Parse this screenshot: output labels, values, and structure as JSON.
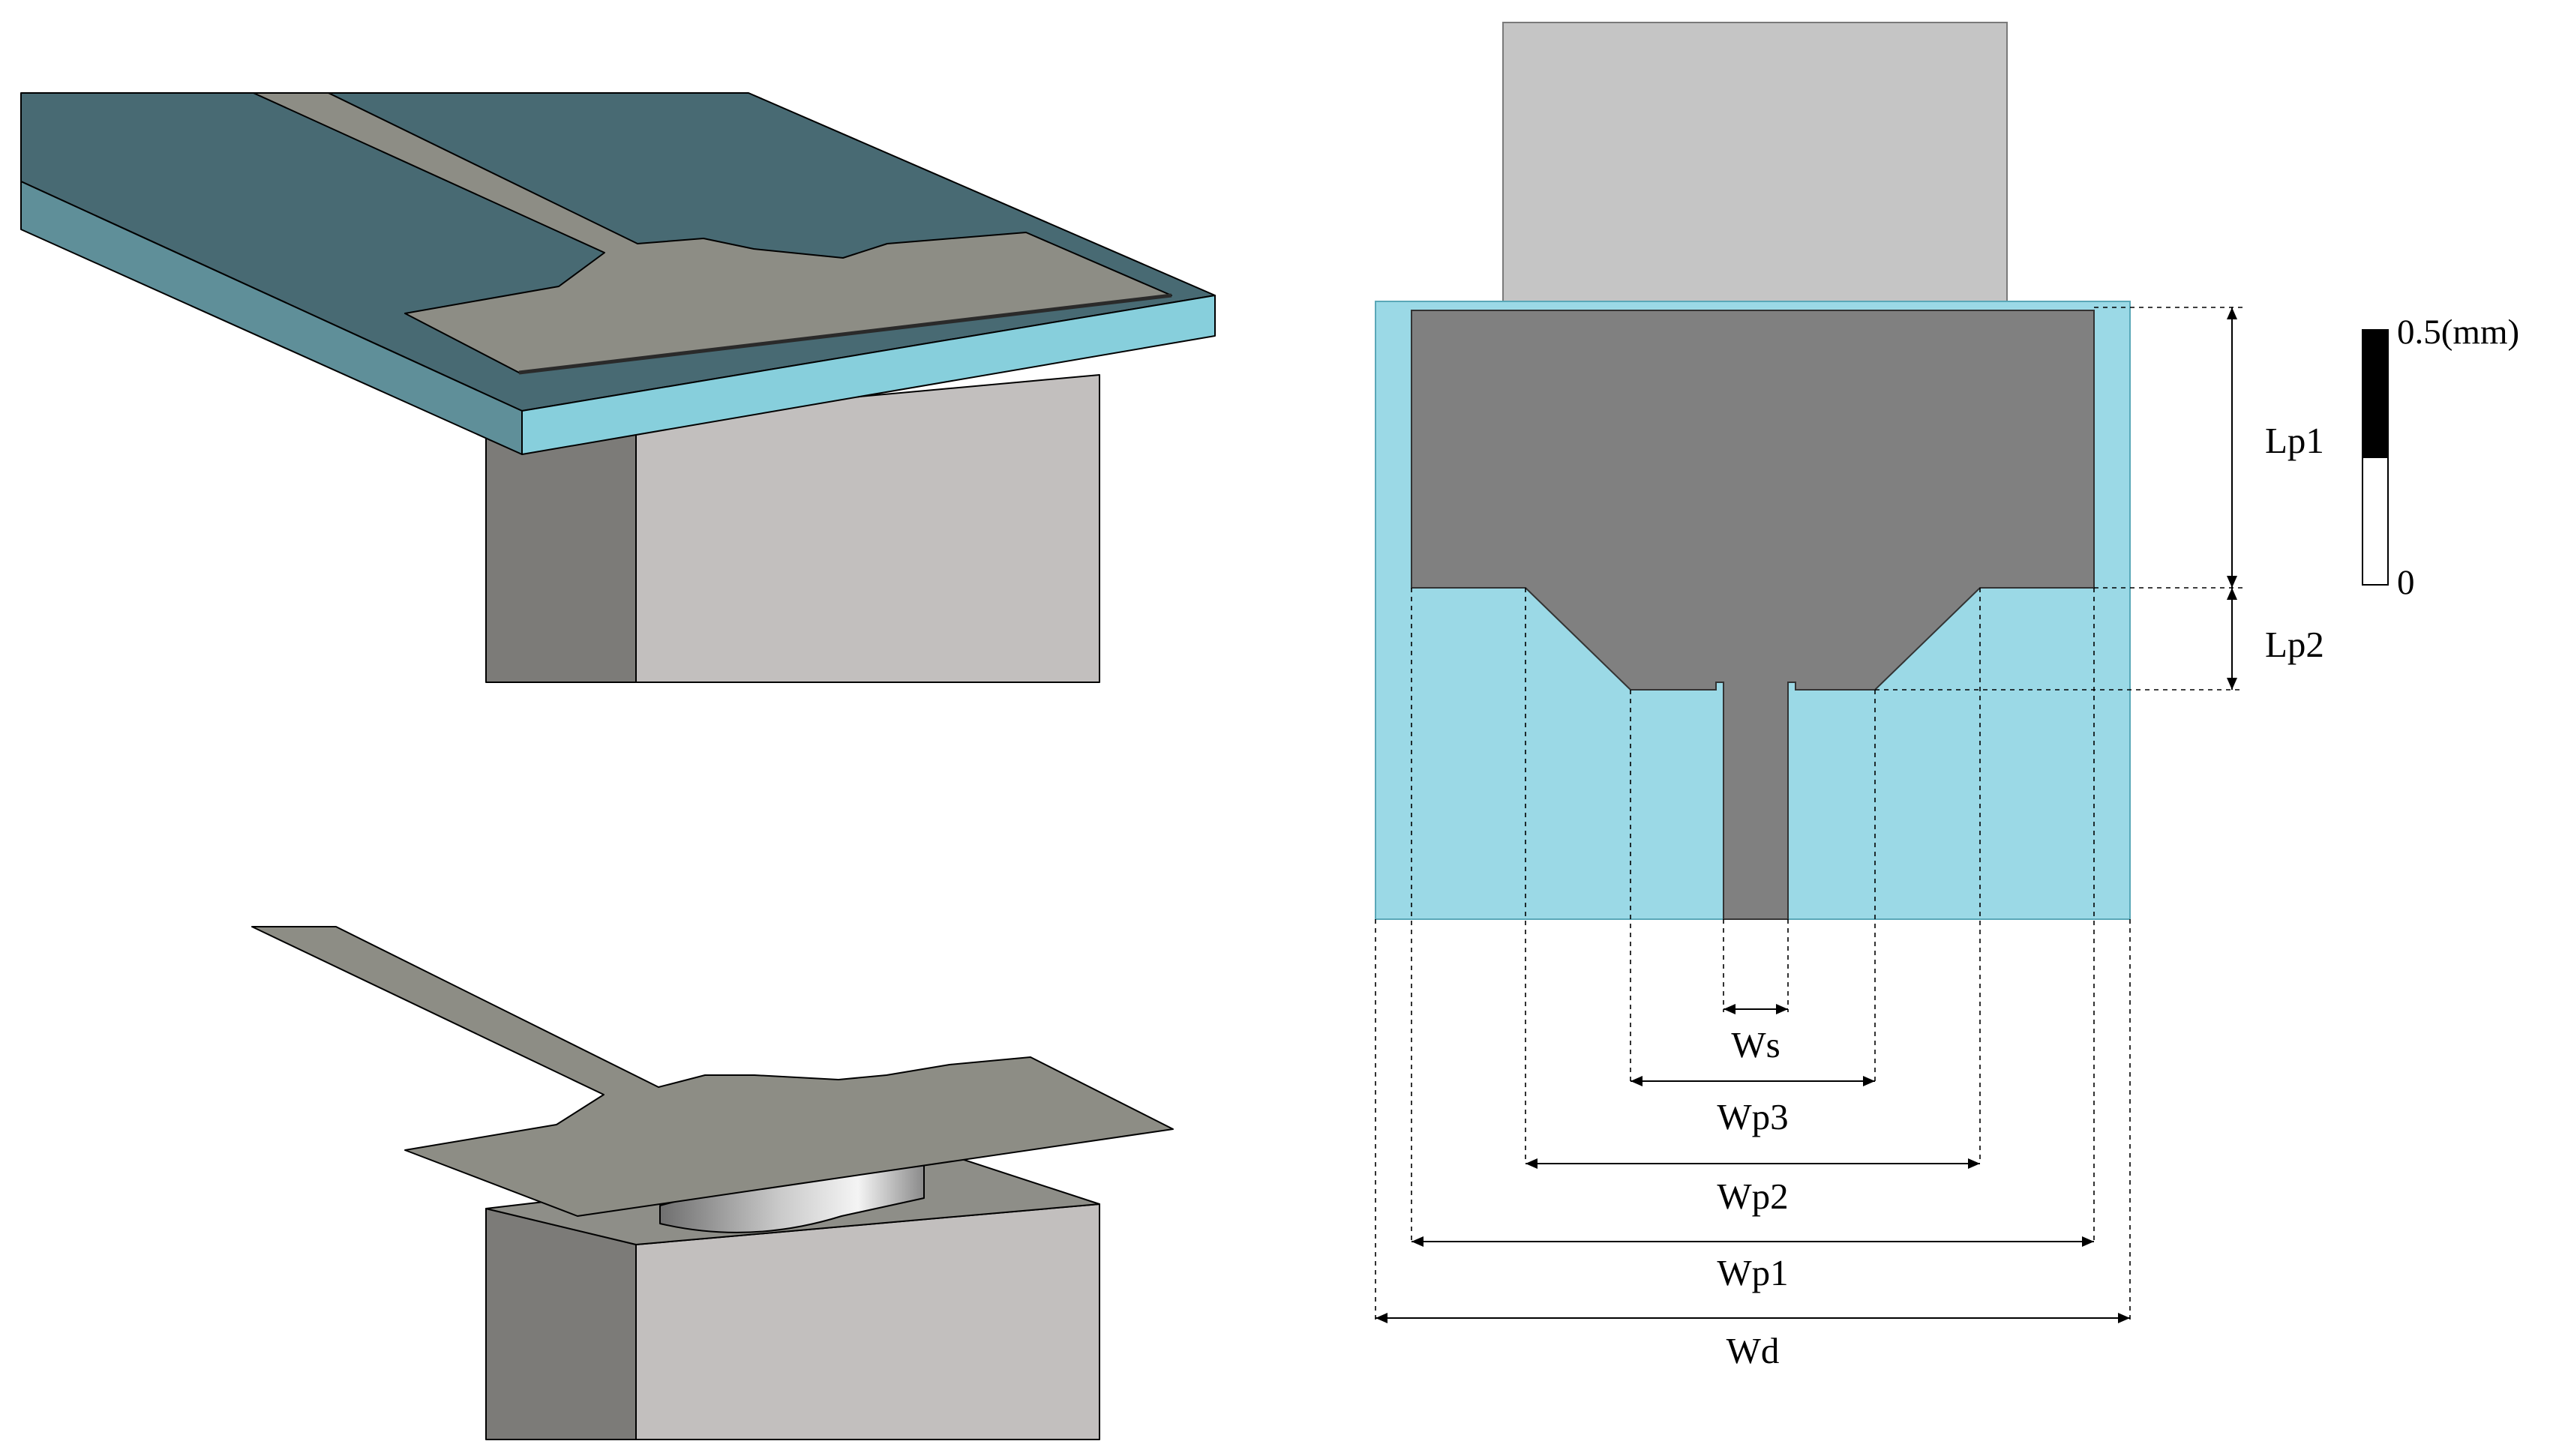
{
  "dimension_labels": {
    "lp1": "Lp1",
    "lp2": "Lp2",
    "ws": "Ws",
    "wp3": "Wp3",
    "wp2": "Wp2",
    "wp1": "Wp1",
    "wd": "Wd"
  },
  "scale_bar": {
    "max_label": "0.5(mm)",
    "min_label": "0",
    "fill_fraction": 0.5,
    "dark_color": "#000000",
    "light_color": "#ffffff"
  },
  "colors": {
    "substrate_top": "#486a73",
    "substrate_side": "#5f8f99",
    "substrate_front": "#87cfdc",
    "substrate_2d": "#9bd9e6",
    "metal_3d": "#8d8d85",
    "patch_2d": "#808080",
    "waveguide_2d": "#c5c5c5",
    "block_light": "#c2bfbe",
    "block_dark": "#7c7b78",
    "block_top": "#8e8e88"
  }
}
